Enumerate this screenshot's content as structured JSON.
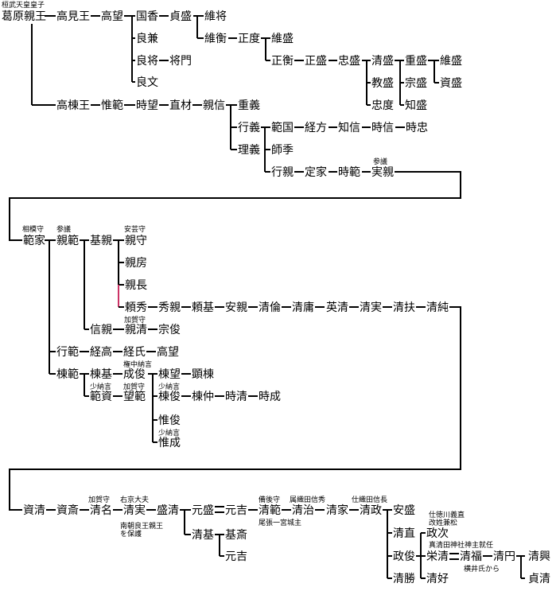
{
  "names": [
    "葛原親王",
    "高見王",
    "高望",
    "国香",
    "貞盛",
    "維将",
    "維衡",
    "正度",
    "維盛",
    "正衡",
    "正盛",
    "忠盛",
    "清盛",
    "重盛",
    "維盛",
    "教盛",
    "宗盛",
    "資盛",
    "忠度",
    "知盛",
    "良兼",
    "良将",
    "将門",
    "良文",
    "高棟王",
    "惟範",
    "時望",
    "直材",
    "親信",
    "重義",
    "行義",
    "範国",
    "経方",
    "知信",
    "時信",
    "時忠",
    "理義",
    "師季",
    "行親",
    "定家",
    "時範",
    "実親",
    "範家",
    "親範",
    "基親",
    "親守",
    "親房",
    "親長",
    "頼秀",
    "秀親",
    "頼基",
    "安親",
    "清倫",
    "清庸",
    "英清",
    "清実",
    "清扶",
    "清純",
    "信親",
    "親清",
    "宗俊",
    "行範",
    "経高",
    "経氏",
    "高望",
    "棟範",
    "棟基",
    "成俊",
    "棟望",
    "顕棟",
    "範資",
    "望範",
    "棟俊",
    "棟仲",
    "時清",
    "時成",
    "惟俊",
    "惟成",
    "資清",
    "資斎",
    "清名",
    "清実",
    "盛清",
    "元盛",
    "元吉",
    "清範",
    "清治",
    "清家",
    "清政",
    "安盛",
    "清直",
    "政次",
    "清基",
    "基斎",
    "元吉",
    "政俊",
    "栄清",
    "清福",
    "清円",
    "清興",
    "清勝",
    "清好",
    "貞清"
  ],
  "notes": [
    "桓武天皇皇子",
    "参議",
    "相模守",
    "参議",
    "安芸守",
    "加賀守",
    "権中納言",
    "少納言",
    "加賀守",
    "少納言",
    "少納言",
    "加賀守",
    "右京大夫",
    "南朝良王親王",
    "を保護",
    "備後守",
    "尾張一宮城主",
    "属織田信秀",
    "仕織田信長",
    "仕徳川義直",
    "改姓兼松",
    "真清田神社神主就任",
    "横井氏から"
  ],
  "accent_color": "#cc3366"
}
